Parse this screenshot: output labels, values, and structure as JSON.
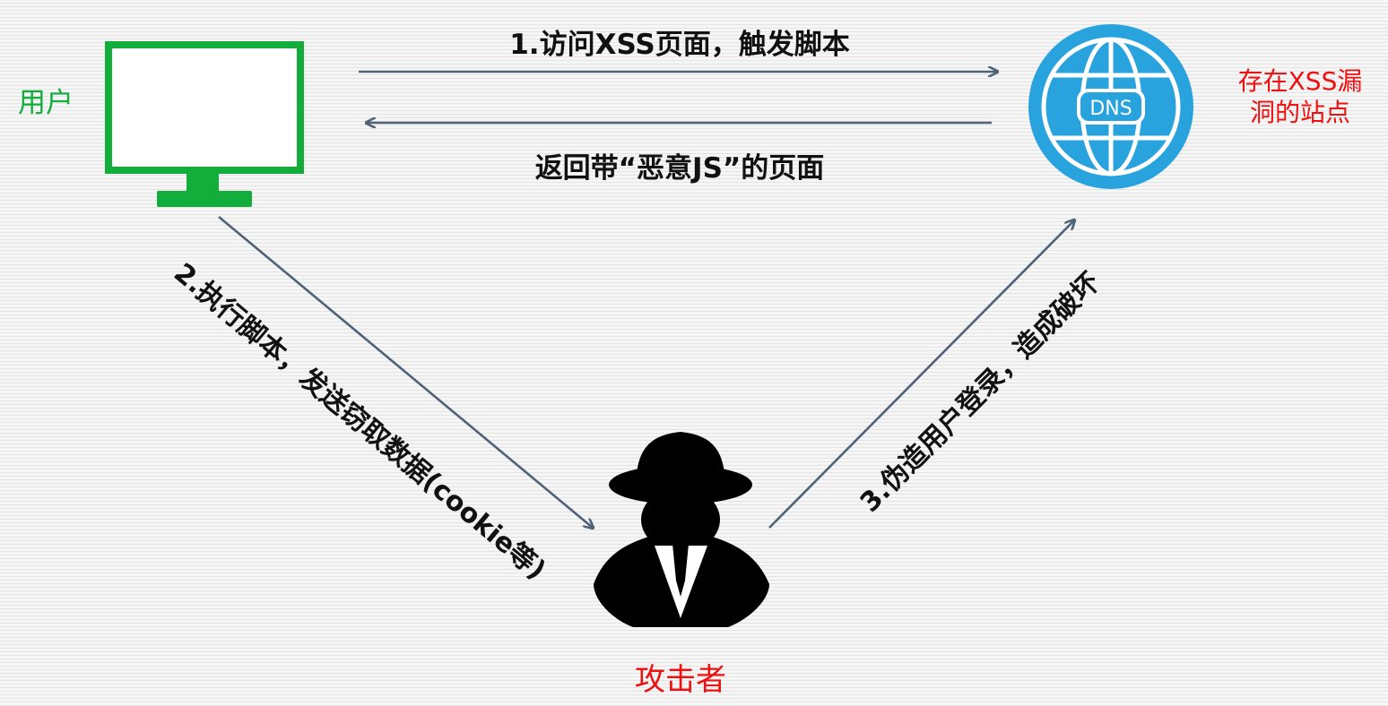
{
  "nodes": {
    "user": {
      "label": "用户",
      "color": "#13ad3c",
      "icon": "monitor-icon"
    },
    "site": {
      "label_line1": "存在XSS漏",
      "label_line2": "洞的站点",
      "color": "#ee1111",
      "icon": "dns-globe-icon",
      "icon_text": "DNS",
      "icon_color": "#29a3dd"
    },
    "attacker": {
      "label": "攻击者",
      "color": "#ee1111",
      "icon": "hacker-icon"
    }
  },
  "edges": {
    "step1": "1.访问XSS页面，触发脚本",
    "return": "返回带“恶意JS”的页面",
    "step2": "2.执行脚本，发送窃取数据(cookie等)",
    "step3": "3.伪造用户登录，造成破坏"
  },
  "arrow_color": "#4e6278"
}
